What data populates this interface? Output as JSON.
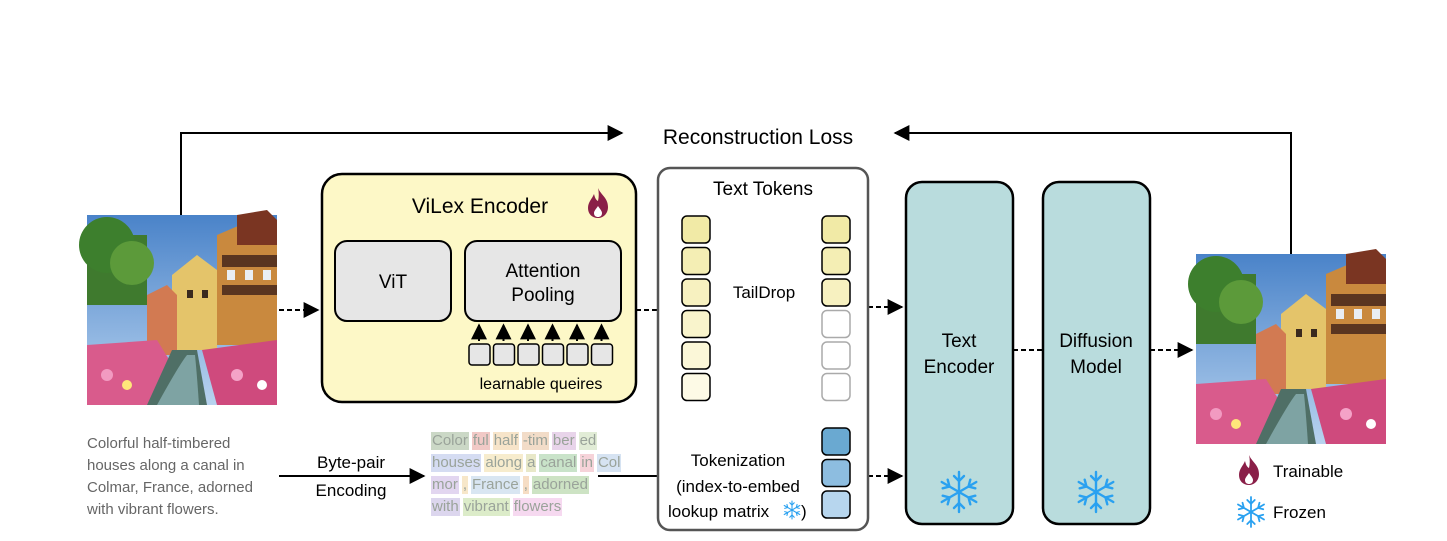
{
  "title": "Reconstruction Loss",
  "encoder": {
    "title": "ViLex Encoder",
    "vit_label": "ViT",
    "attention_label_line1": "Attention",
    "attention_label_line2": "Pooling",
    "queries_label": "learnable queires",
    "icon": "flame-icon"
  },
  "text_tokens": {
    "title": "Text Tokens",
    "taildrop_label": "TailDrop",
    "tokenization_line1": "Tokenization",
    "tokenization_line2": "(index-to-embed",
    "tokenization_line3": "lookup matrix",
    "tokenization_close": ")"
  },
  "text_encoder": {
    "line1": "Text",
    "line2": "Encoder",
    "icon": "snowflake-icon"
  },
  "diffusion_model": {
    "line1": "Diffusion",
    "line2": "Model",
    "icon": "snowflake-icon"
  },
  "caption": {
    "line1": "Colorful half-timbered",
    "line2": "houses along a canal in",
    "line3": "Colmar, France, adorned",
    "line4": "with vibrant flowers."
  },
  "bpe": {
    "line1": "Byte-pair",
    "line2": "Encoding"
  },
  "bpe_tokens": [
    {
      "text": "Color",
      "color": "#cbd8c6"
    },
    {
      "text": "ful",
      "color": "#f1c9c6"
    },
    {
      "text": "half",
      "color": "#f7e4c9"
    },
    {
      "text": "-tim",
      "color": "#f2dcc8"
    },
    {
      "text": "ber",
      "color": "#e8d4ea"
    },
    {
      "text": "ed",
      "color": "#e1ecd6"
    },
    {
      "text": "houses",
      "color": "#d5dcf2"
    },
    {
      "text": "along",
      "color": "#f7eccd"
    },
    {
      "text": "a",
      "color": "#e8e8c8"
    },
    {
      "text": "canal",
      "color": "#c9e3c9"
    },
    {
      "text": "in",
      "color": "#f6d3d9"
    },
    {
      "text": "Col",
      "color": "#d6e3f2"
    },
    {
      "text": "mor",
      "color": "#e2d6f0"
    },
    {
      "text": ",",
      "color": "#f7e7c9"
    },
    {
      "text": "France",
      "color": "#d9e6f2"
    },
    {
      "text": ",",
      "color": "#f6ddc4"
    },
    {
      "text": "adorned",
      "color": "#cde3c4"
    },
    {
      "text": "with",
      "color": "#dcd6ee"
    },
    {
      "text": "vibrant",
      "color": "#dcecc9"
    },
    {
      "text": "flowers",
      "color": "#f6d9f0"
    }
  ],
  "legend": [
    {
      "icon": "flame-icon",
      "label": "Trainable"
    },
    {
      "icon": "snowflake-icon",
      "label": "Frozen"
    }
  ],
  "colors": {
    "encoder_fill": "#fdf8c7",
    "block_fill": "#e6e6e6",
    "model_fill": "#b9dcdd",
    "flame": "#8a1f48",
    "snowflake": "#2aa1f0",
    "token_dark": "#6aa9d1",
    "token_mid": "#8dbde0",
    "token_light": "#b7d6ee"
  }
}
